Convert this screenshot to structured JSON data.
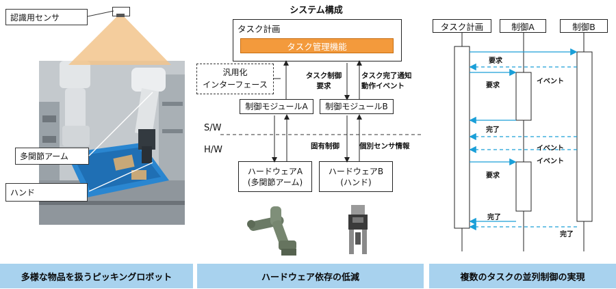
{
  "left_panel": {
    "sensor_label": "認識用センサ",
    "arm_label": "多関節アーム",
    "hand_label": "ハンド",
    "caption": "多様な物品を扱うピッキングロボット"
  },
  "middle_panel": {
    "title": "システム構成",
    "task_plan_label": "タスク計画",
    "task_manager_label": "タスク管理機能",
    "generic_interface_line1": "汎用化",
    "generic_interface_line2": "インターフェース",
    "task_control_request_line1": "タスク制御",
    "task_control_request_line2": "要求",
    "task_done_line1": "タスク完了通知",
    "task_done_line2": "動作イベント",
    "control_module_a": "制御モジュールA",
    "control_module_b": "制御モジュールB",
    "sw_label": "S/W",
    "hw_label": "H/W",
    "specific_control": "固有制御",
    "sensor_info": "個別センサ情報",
    "hardware_a_line1": "ハードウェアA",
    "hardware_a_line2": "(多関節アーム)",
    "hardware_b_line1": "ハードウェアB",
    "hardware_b_line2": "(ハンド)",
    "caption": "ハードウェア依存の低減"
  },
  "right_panel": {
    "lanes": [
      "タスク計画",
      "制御A",
      "制御B"
    ],
    "messages": {
      "request": "要求",
      "event": "イベント",
      "done": "完了"
    },
    "caption": "複数のタスクの並列制御の実現"
  },
  "colors": {
    "accent_orange": "#f39a3c",
    "banner_blue": "#a8d2ee",
    "arrow_blue": "#1a9fd8",
    "line_dark": "#222222"
  }
}
